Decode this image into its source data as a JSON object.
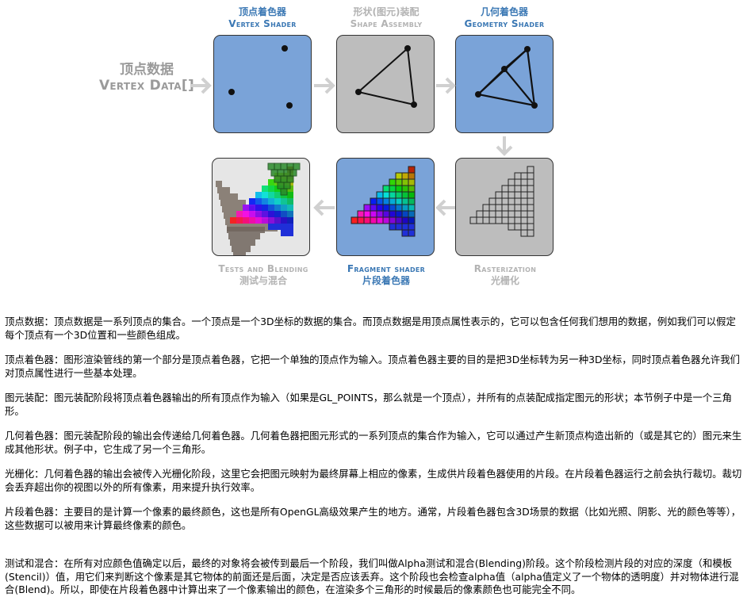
{
  "stages": {
    "vertex_data": {
      "cn": "顶点数据",
      "en": "Vertex Data[]"
    },
    "vertex_shader": {
      "cn": "顶点着色器",
      "en": "Vertex Shader"
    },
    "shape_assembly": {
      "cn": "形状(图元)装配",
      "en": "Shape Assembly"
    },
    "geometry_shader": {
      "cn": "几何着色器",
      "en": "Geometry Shader"
    },
    "rasterization": {
      "en": "Rasterization",
      "cn": "光栅化"
    },
    "fragment_shader": {
      "en": "Fragment shader",
      "cn": "片段着色器"
    },
    "tests_blending": {
      "en": "Tests and Blending",
      "cn": "测试与混合"
    }
  },
  "colors": {
    "blue_box": "#7aa3d8",
    "gray_box": "#bdbdbd",
    "blue_label": "#3b78b4",
    "gray_label": "#b3b3b3",
    "arrow": "#d0d0d0"
  },
  "paragraphs": [
    "顶点数据：顶点数据是一系列顶点的集合。一个顶点是一个3D坐标的数据的集合。而顶点数据是用顶点属性表示的，它可以包含任何我们想用的数据，例如我们可以假定每个顶点有一个3D位置和一些颜色组成。",
    "顶点着色器：图形渲染管线的第一个部分是顶点着色器，它把一个单独的顶点作为输入。顶点着色器主要的目的是把3D坐标转为另一种3D坐标，同时顶点着色器允许我们对顶点属性进行一些基本处理。",
    "图元装配：图元装配阶段将顶点着色器输出的所有顶点作为输入（如果是GL_POINTS，那么就是一个顶点），并所有的点装配成指定图元的形状；本节例子中是一个三角形。",
    "几何着色器：图元装配阶段的输出会传递给几何着色器。几何着色器把图元形式的一系列顶点的集合作为输入，它可以通过产生新顶点构造出新的（或是其它的）图元来生成其他形状。例子中，它生成了另一个三角形。",
    "光栅化：几何着色器的输出会被传入光栅化阶段，这里它会把图元映射为最终屏幕上相应的像素，生成供片段着色器使用的片段。在片段着色器运行之前会执行裁切。裁切会丢弃超出你的视图以外的所有像素，用来提升执行效率。",
    "片段着色器：主要目的是计算一个像素的最终颜色，这也是所有OpenGL高级效果产生的地方。通常，片段着色器包含3D场景的数据（比如光照、阴影、光的颜色等等），这些数据可以被用来计算最终像素的颜色。",
    "测试和混合：在所有对应颜色值确定以后，最终的对象将会被传到最后一个阶段，我们叫做Alpha测试和混合(Blending)阶段。这个阶段检测片段的对应的深度（和模板(Stencil)）值，用它们来判断这个像素是其它物体的前面还是后面，决定是否应该丢弃。这个阶段也会检查alpha值（alpha值定义了一个物体的透明度）并对物体进行混合(Blend)。所以，即使在片段着色器中计算出来了一个像素输出的颜色，在渲染多个三角形的时候最后的像素颜色也可能完全不同。"
  ]
}
